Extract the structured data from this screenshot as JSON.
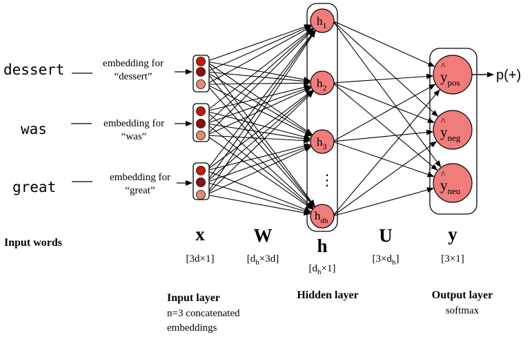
{
  "input_words": [
    "dessert",
    "was",
    "great"
  ],
  "embedding_labels": [
    {
      "line1": "embedding for",
      "line2": "“dessert”"
    },
    {
      "line1": "embedding for",
      "line2": "“was”"
    },
    {
      "line1": "embedding for",
      "line2": "“great”"
    }
  ],
  "hidden_units": [
    {
      "base": "h",
      "sub": "1"
    },
    {
      "base": "h",
      "sub": "2"
    },
    {
      "base": "h",
      "sub": "3"
    },
    {
      "base": "h",
      "sub": "dh"
    }
  ],
  "hidden_ellipsis": "⋮",
  "output_units": [
    {
      "base": "y",
      "hat": "^",
      "sub": "pos"
    },
    {
      "base": "y",
      "hat": "^",
      "sub": "neg"
    },
    {
      "base": "y",
      "hat": "^",
      "sub": "neu"
    }
  ],
  "output_label": "p(+)",
  "symbols": {
    "x": "x",
    "W": "W",
    "h": "h",
    "U": "U",
    "y": "y"
  },
  "dims": {
    "x": "[3d×1]",
    "W_pre": "[d",
    "W_sub": "h",
    "W_post": "×3d]",
    "h_pre": "[d",
    "h_sub": "h",
    "h_post": "×1]",
    "U_pre": "[3×d",
    "U_sub": "h",
    "U_post": "]",
    "y": "[3×1]"
  },
  "captions": {
    "input_words": "Input words",
    "input_layer_title": "Input layer",
    "input_layer_line1": "n=3 concatenated",
    "input_layer_line2": "embeddings",
    "hidden_layer_title": "Hidden layer",
    "output_layer_title": "Output layer",
    "output_layer_sub": "softmax"
  },
  "colors": {
    "node_fill": "#f07c7c",
    "embed_dark": "#8b1010",
    "embed_mid": "#c41a0a",
    "embed_light": "#e28a72",
    "stroke": "#000000"
  }
}
